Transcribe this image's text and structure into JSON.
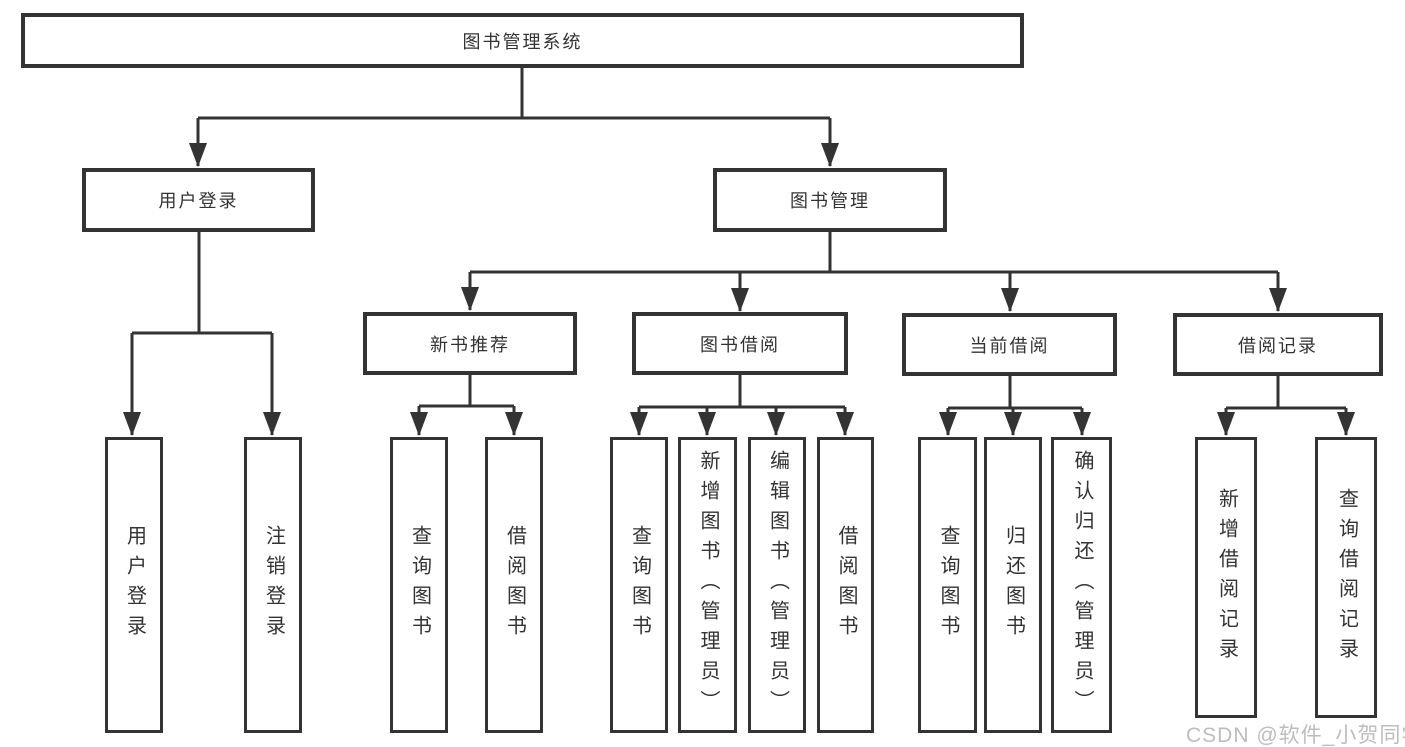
{
  "root": {
    "label": "图书管理系统"
  },
  "level2": [
    {
      "label": "用户登录",
      "parent": "图书管理系统"
    },
    {
      "label": "图书管理",
      "parent": "图书管理系统"
    }
  ],
  "level3": [
    {
      "label": "新书推荐",
      "parent": "图书管理"
    },
    {
      "label": "图书借阅",
      "parent": "图书管理"
    },
    {
      "label": "当前借阅",
      "parent": "图书管理"
    },
    {
      "label": "借阅记录",
      "parent": "图书管理"
    }
  ],
  "leaves": [
    {
      "label": "用户登录",
      "parent": "用户登录"
    },
    {
      "label": "注销登录",
      "parent": "用户登录"
    },
    {
      "label": "查询图书",
      "parent": "新书推荐"
    },
    {
      "label": "借阅图书",
      "parent": "新书推荐"
    },
    {
      "label": "查询图书",
      "parent": "图书借阅"
    },
    {
      "label": "新增图书（管理员）",
      "parent": "图书借阅"
    },
    {
      "label": "编辑图书（管理员）",
      "parent": "图书借阅"
    },
    {
      "label": "借阅图书",
      "parent": "图书借阅"
    },
    {
      "label": "查询图书",
      "parent": "当前借阅"
    },
    {
      "label": "归还图书",
      "parent": "当前借阅"
    },
    {
      "label": "确认归还（管理员）",
      "parent": "当前借阅"
    },
    {
      "label": "新增借阅记录",
      "parent": "借阅记录"
    },
    {
      "label": "查询借阅记录",
      "parent": "借阅记录"
    }
  ],
  "watermark": {
    "text": "CSDN @软件_小贺同学"
  },
  "colors": {
    "line": "#333333",
    "box_border": "#333333",
    "text": "#333333",
    "watermark": "#bdbdbd",
    "background": "#ffffff"
  }
}
